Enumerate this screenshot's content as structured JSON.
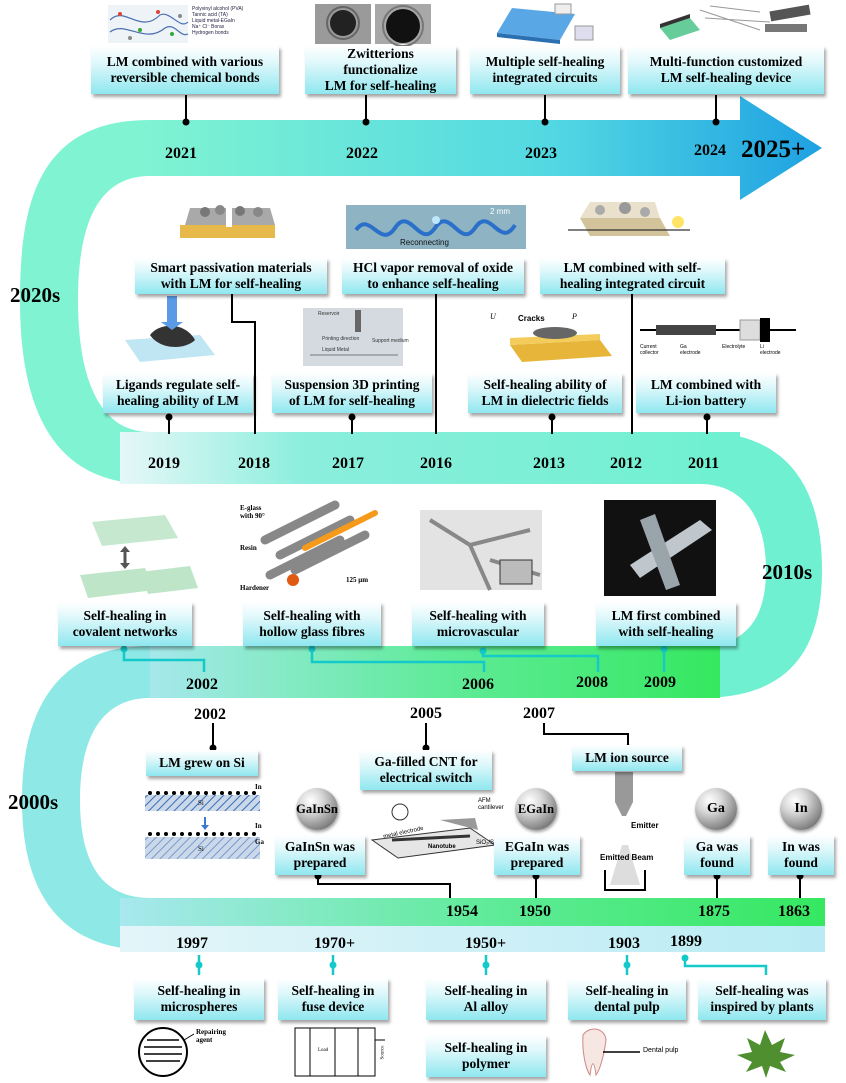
{
  "eras": {
    "e2020": "2020s",
    "e2010": "2010s",
    "e2000": "2000s",
    "future": "2025+"
  },
  "row1": {
    "years": [
      "2021",
      "2022",
      "2023",
      "2024"
    ],
    "labels": [
      [
        "LM combined with various",
        "reversible chemical bonds"
      ],
      [
        "Zwitterions functionalize",
        "LM for self-healing"
      ],
      [
        "Multiple self-healing",
        "integrated circuits"
      ],
      [
        "Multi-function customized",
        "LM self-healing device"
      ]
    ],
    "legend": [
      "Polyvinyl alcohol (PVA)",
      "Tannic acid (TA)",
      "Liquid metal-EGaIn",
      "Na⁺  Cl⁻  Borax",
      "Hydrogen bonds"
    ]
  },
  "row2": {
    "years": [
      "2019",
      "2018",
      "2017",
      "2016",
      "2013",
      "2012",
      "2011"
    ],
    "upper": [
      [
        "Smart passivation materials",
        "with LM for self-healing"
      ],
      [
        "HCl vapor removal of oxide",
        "to enhance self-healing"
      ],
      [
        "LM combined with self-",
        "healing integrated circuit"
      ]
    ],
    "lower": [
      [
        "Ligands regulate self-",
        "healing ability of LM"
      ],
      [
        "Suspension 3D printing",
        "of LM for self-healing"
      ],
      [
        "Self-healing ability of",
        "LM in dielectric fields"
      ],
      [
        "LM combined with",
        "Li-ion battery"
      ]
    ],
    "img_texts": {
      "scale": "2 mm",
      "reconnecting": "Reconnecting",
      "cracks": "Cracks",
      "u": "U",
      "p": "P",
      "print1": "Reservoir",
      "print2": "Printing direction",
      "print3": "Support medium",
      "print4": "Liquid Metal",
      "bat1": "Current collector",
      "bat2": "Ga electrode",
      "bat3": "Electrolyte",
      "bat4": "Li electrode"
    }
  },
  "row3": {
    "years": [
      "2002",
      "2006",
      "2008",
      "2009"
    ],
    "labels": [
      [
        "Self-healing in",
        "covalent networks"
      ],
      [
        "Self-healing with",
        "hollow glass fibres"
      ],
      [
        "Self-healing with",
        "microvascular"
      ],
      [
        "LM first combined",
        "with self-healing"
      ]
    ],
    "fibre_texts": {
      "a": "E-glass",
      "b": "with 90°",
      "c": "Resin",
      "d": "Hardener",
      "e": "125 μm"
    }
  },
  "row4": {
    "top_years": [
      "2002",
      "2005",
      "2007"
    ],
    "top_labels": [
      [
        "LM grew on Si"
      ],
      [
        "Ga-filled CNT for",
        "electrical switch"
      ],
      [
        "LM ion source"
      ]
    ],
    "si_texts": {
      "si": "Si",
      "in": "In",
      "ga": "Ga"
    },
    "cnt_texts": {
      "afm": "AFM",
      "cant": "cantilever",
      "metal": "metal electrode",
      "nano": "Nanotube",
      "sio": "SiO₂/Si"
    },
    "ion_texts": {
      "emitter": "Emitter",
      "beam": "Emitted Beam"
    },
    "spheres": [
      "GaInSn",
      "EGaIn",
      "Ga",
      "In"
    ],
    "sphere_labels": [
      [
        "GaInSn was",
        "prepared"
      ],
      [
        "EGaIn was",
        "prepared"
      ],
      [
        "Ga was",
        "found"
      ],
      [
        "In was",
        "found"
      ]
    ],
    "bottom_years": [
      "1954",
      "1950",
      "1875",
      "1863"
    ]
  },
  "row5": {
    "years": [
      "1997",
      "1970+",
      "1950+",
      "1903",
      "1899"
    ],
    "labels": [
      [
        "Self-healing in",
        "microspheres"
      ],
      [
        "Self-healing in",
        "fuse device"
      ],
      [
        "Self-healing in",
        "Al alloy"
      ],
      [
        "Self-healing in",
        "dental pulp"
      ],
      [
        "Self-healing was",
        "inspired by plants"
      ]
    ],
    "extra_label": [
      "Self-healing in",
      "polymer"
    ],
    "img_texts": {
      "repair1": "Repairing",
      "repair2": "agent",
      "pulp": "Dental pulp",
      "load": "Load",
      "source": "Source"
    }
  },
  "colors": {
    "band_top": "#3ccde0",
    "band_mid": "#7ff0c8",
    "band_green": "#3ae86a",
    "band_light": "#c3f1f6",
    "arrow": "#1aa6e0"
  }
}
